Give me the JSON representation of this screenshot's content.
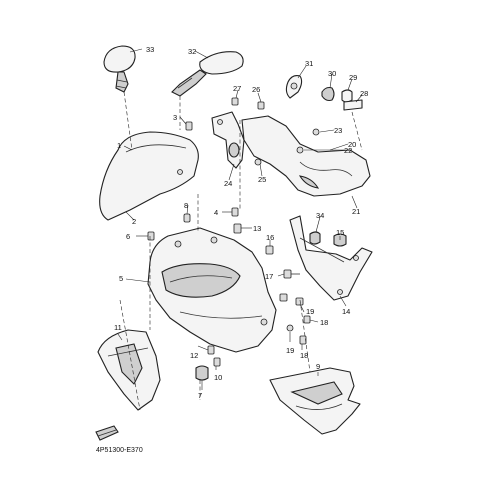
{
  "diagram": {
    "callouts": [
      "33",
      "32",
      "31",
      "30",
      "29",
      "28",
      "27",
      "26",
      "3",
      "23",
      "1",
      "22",
      "20",
      "25",
      "24",
      "2",
      "8",
      "4",
      "21",
      "34",
      "6",
      "13",
      "15",
      "16",
      "5",
      "17",
      "14",
      "19",
      "18",
      "11",
      "12",
      "19",
      "18",
      "10",
      "9",
      "7"
    ],
    "footer_code": "4P51300-E370"
  }
}
